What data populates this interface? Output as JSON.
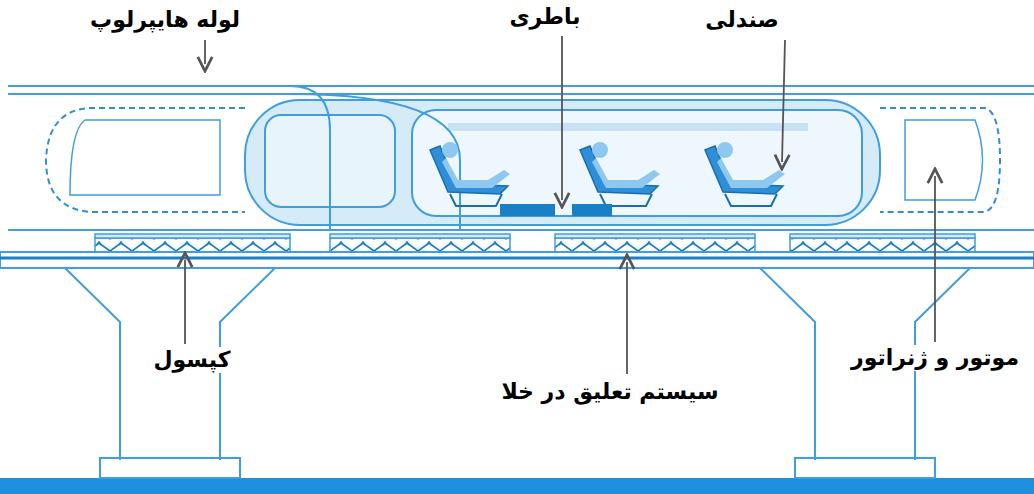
{
  "diagram": {
    "labels": [
      "لوله هایپرلوپ",
      "باطری",
      "صندلی",
      "کپسول",
      "سیستم تعلیق در خلا",
      "موتور و ژنراتور"
    ]
  }
}
